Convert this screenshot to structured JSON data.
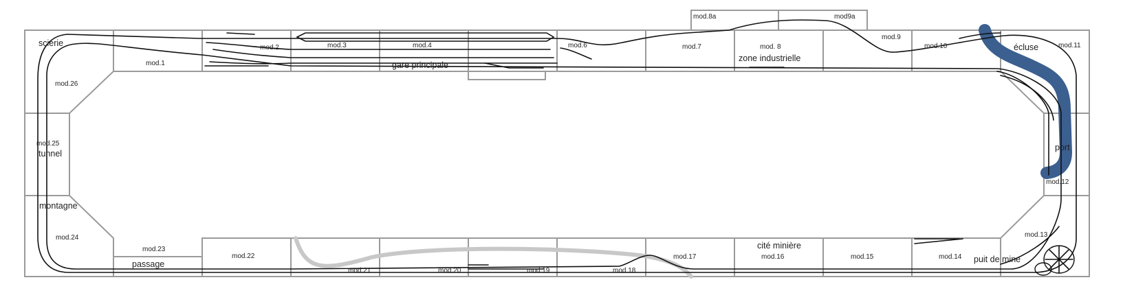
{
  "diagram": {
    "modules": [
      "mod.1",
      "mod.2",
      "mod.3",
      "mod.4",
      "mod.6",
      "mod.7",
      "mod. 8",
      "mod.8a",
      "mod9a",
      "mod.9",
      "mod.10",
      "mod.11",
      "mod.12",
      "mod.13",
      "mod.14",
      "mod.15",
      "mod.16",
      "mod.17",
      "mod.18",
      "mod.19",
      "mod.20",
      "mod.21",
      "mod.22",
      "mod.23",
      "mod.24",
      "mod.25",
      "mod.26"
    ],
    "places": {
      "scierie": "scierie",
      "gare_principale": "gare principale",
      "zone_industrielle": "zone industrielle",
      "ecluse": "écluse",
      "port": "port",
      "puit_de_mine": "puit de mine",
      "cite_miniere": "cité minière",
      "passage": "passage",
      "montagne": "montagne",
      "tunnel": "tunnel"
    },
    "colors": {
      "river": "#3b5f8f",
      "road": "#c8c8c8",
      "module_border": "#9a9a9a",
      "track": "#111111"
    }
  }
}
